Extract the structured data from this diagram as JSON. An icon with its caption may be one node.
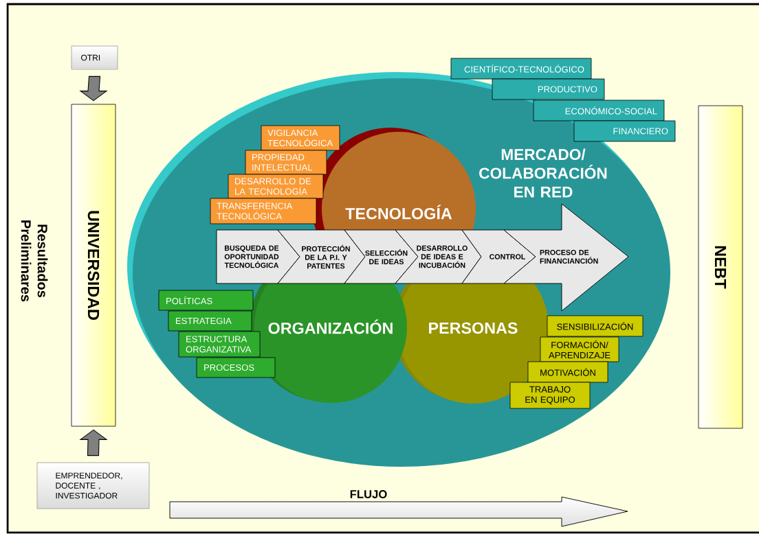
{
  "diagram": {
    "nodes": [
      {
        "text": [
          "OTRI"
        ]
      },
      {
        "text": [
          "UNIVERSIDAD"
        ]
      },
      {
        "text": [
          "EMPRENDEDOR, DOCENTE , INVESTIGADOR"
        ]
      },
      {
        "text": [
          "MERCADO/ COLABORACIÓN EN RED"
        ]
      },
      {
        "text": [
          "CIENTÍFICO-TECNOLÓGICO"
        ]
      },
      {
        "text": [
          "PRODUCTIVO"
        ]
      },
      {
        "text": [
          "ECONÓMICO-SOCIAL"
        ]
      },
      {
        "text": [
          "FINANCIERO"
        ]
      },
      {
        "text": [
          "TECNOLOGÍA"
        ],
        "in": 3
      },
      {
        "text": [
          "VIGILANCIA TECNOLÓGICA"
        ],
        "in": 3
      },
      {
        "text": [
          "PROPIEDAD INTELECTUAL"
        ],
        "in": 3
      },
      {
        "text": [
          "DESARROLLO DE LA TECNOLOGÍA"
        ],
        "in": 3
      },
      {
        "text": [
          "TRANSFERENCIA TECNOLÓGICA"
        ],
        "in": 3
      },
      {
        "text": [
          "BUSQUEDA DE OPORTUNIDAD TECNOLÓGICA"
        ],
        "in": 3
      },
      {
        "text": [
          "PROTECCIÓN DE LA P.I. Y PATENTES"
        ],
        "in": 3
      },
      {
        "text": [
          "SELECCIÓN DE IDEAS"
        ],
        "in": 3
      },
      {
        "text": [
          "DESARROLLO DE IDEAS E INCUBACIÓN"
        ],
        "in": 3
      },
      {
        "text": [
          "CONTROL"
        ],
        "in": 3
      },
      {
        "text": [
          "PROCESO DE FINANCIANCIÓN"
        ],
        "in": 3
      },
      {
        "text": [
          "ORGANIZACIÓN"
        ],
        "in": 3
      },
      {
        "text": [
          "PERSONAS"
        ],
        "in": 3
      },
      {
        "text": [
          "POLÍTICAS"
        ],
        "in": 3
      },
      {
        "text": [
          "ESTRATEGIA"
        ],
        "in": 3
      },
      {
        "text": [
          "ESTRUCTURA ORGANIZATIVA"
        ],
        "in": 3
      },
      {
        "text": [
          "PROCESOS"
        ],
        "in": 3
      },
      {
        "text": [
          "SENSIBILIZACIÓN"
        ],
        "in": 3
      },
      {
        "text": [
          "FORMACIÓN/ APRENDIZAJE"
        ],
        "in": 3
      },
      {
        "text": [
          "MOTIVACIÓN"
        ],
        "in": 3
      },
      {
        "text": [
          "TRABAJO EN EQUIPO"
        ],
        "in": 3
      },
      {
        "text": [
          "NEBT"
        ]
      }
    ],
    "edges": [
      {
        "from": 0,
        "to": 1,
        "arrow": "to"
      },
      {
        "from": 2,
        "to": 1,
        "arrow": "to"
      }
    ],
    "labels": [
      "Resultados Preliminares",
      "FLUJO"
    ]
  }
}
